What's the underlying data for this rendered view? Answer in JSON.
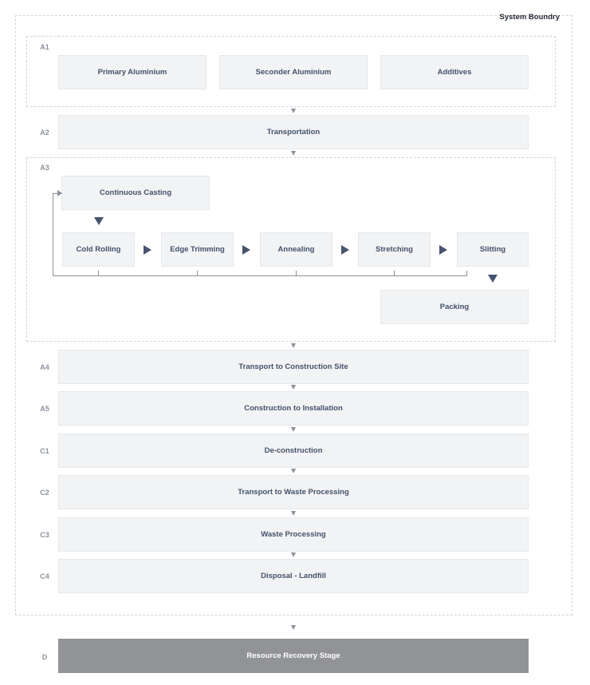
{
  "boundary": {
    "label": "System Boundry"
  },
  "stages": {
    "a1": {
      "code": "A1",
      "items": [
        "Primary Aluminium",
        "Seconder Aluminium",
        "Additives"
      ]
    },
    "a2": {
      "code": "A2",
      "label": "Transportation"
    },
    "a3": {
      "code": "A3",
      "casting": "Continuous Casting",
      "steps": [
        "Cold Rolling",
        "Edge Trimming",
        "Annealing",
        "Stretching",
        "Slitting"
      ],
      "packing": "Packing"
    },
    "a4": {
      "code": "A4",
      "label": "Transport to Construction Site"
    },
    "a5": {
      "code": "A5",
      "label": "Construction to Installation"
    },
    "c1": {
      "code": "C1",
      "label": "De-construction"
    },
    "c2": {
      "code": "C2",
      "label": "Transport to Waste Processing"
    },
    "c3": {
      "code": "C3",
      "label": "Waste Processing"
    },
    "c4": {
      "code": "C4",
      "label": "Disposal - Landfill"
    },
    "d": {
      "code": "D",
      "label": "Resource Recovery Stage"
    }
  }
}
